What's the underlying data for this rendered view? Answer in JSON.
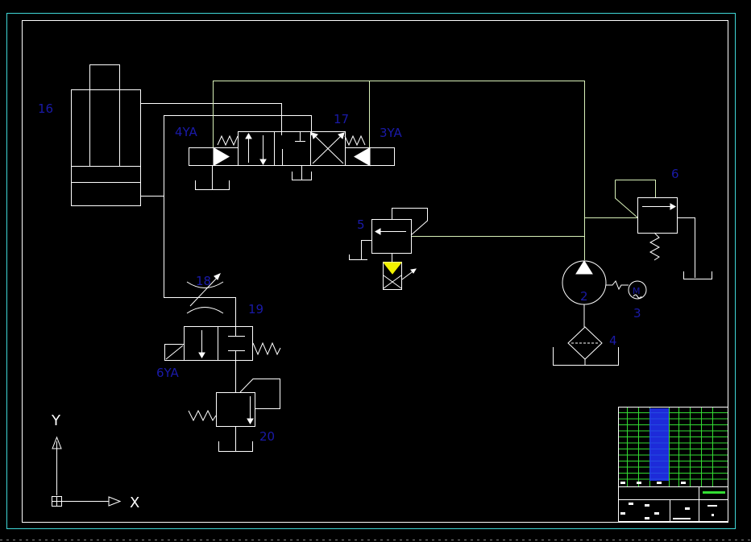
{
  "colors": {
    "background": "#000000",
    "outer_frame": "#3fd7d7",
    "line": "#ffffff",
    "pipe": "#d8f0b8",
    "label": "#1a1aa8",
    "yellow": "#f2f200",
    "title_green": "#33dd33",
    "title_blue": "#2233ff"
  },
  "labels": {
    "cylinder": "16",
    "left_coil": "4YA",
    "directional_valve": "17",
    "right_coil": "3YA",
    "relief_valve_main": "6",
    "relief_valve_small": "5",
    "pump": "2",
    "motor_symbol": "M",
    "motor": "3",
    "filter": "4",
    "throttle_valve": "18",
    "lower_valve": "19",
    "lower_coil": "6YA",
    "pressure_valve": "20"
  },
  "axes": {
    "x": "X",
    "y": "Y"
  }
}
